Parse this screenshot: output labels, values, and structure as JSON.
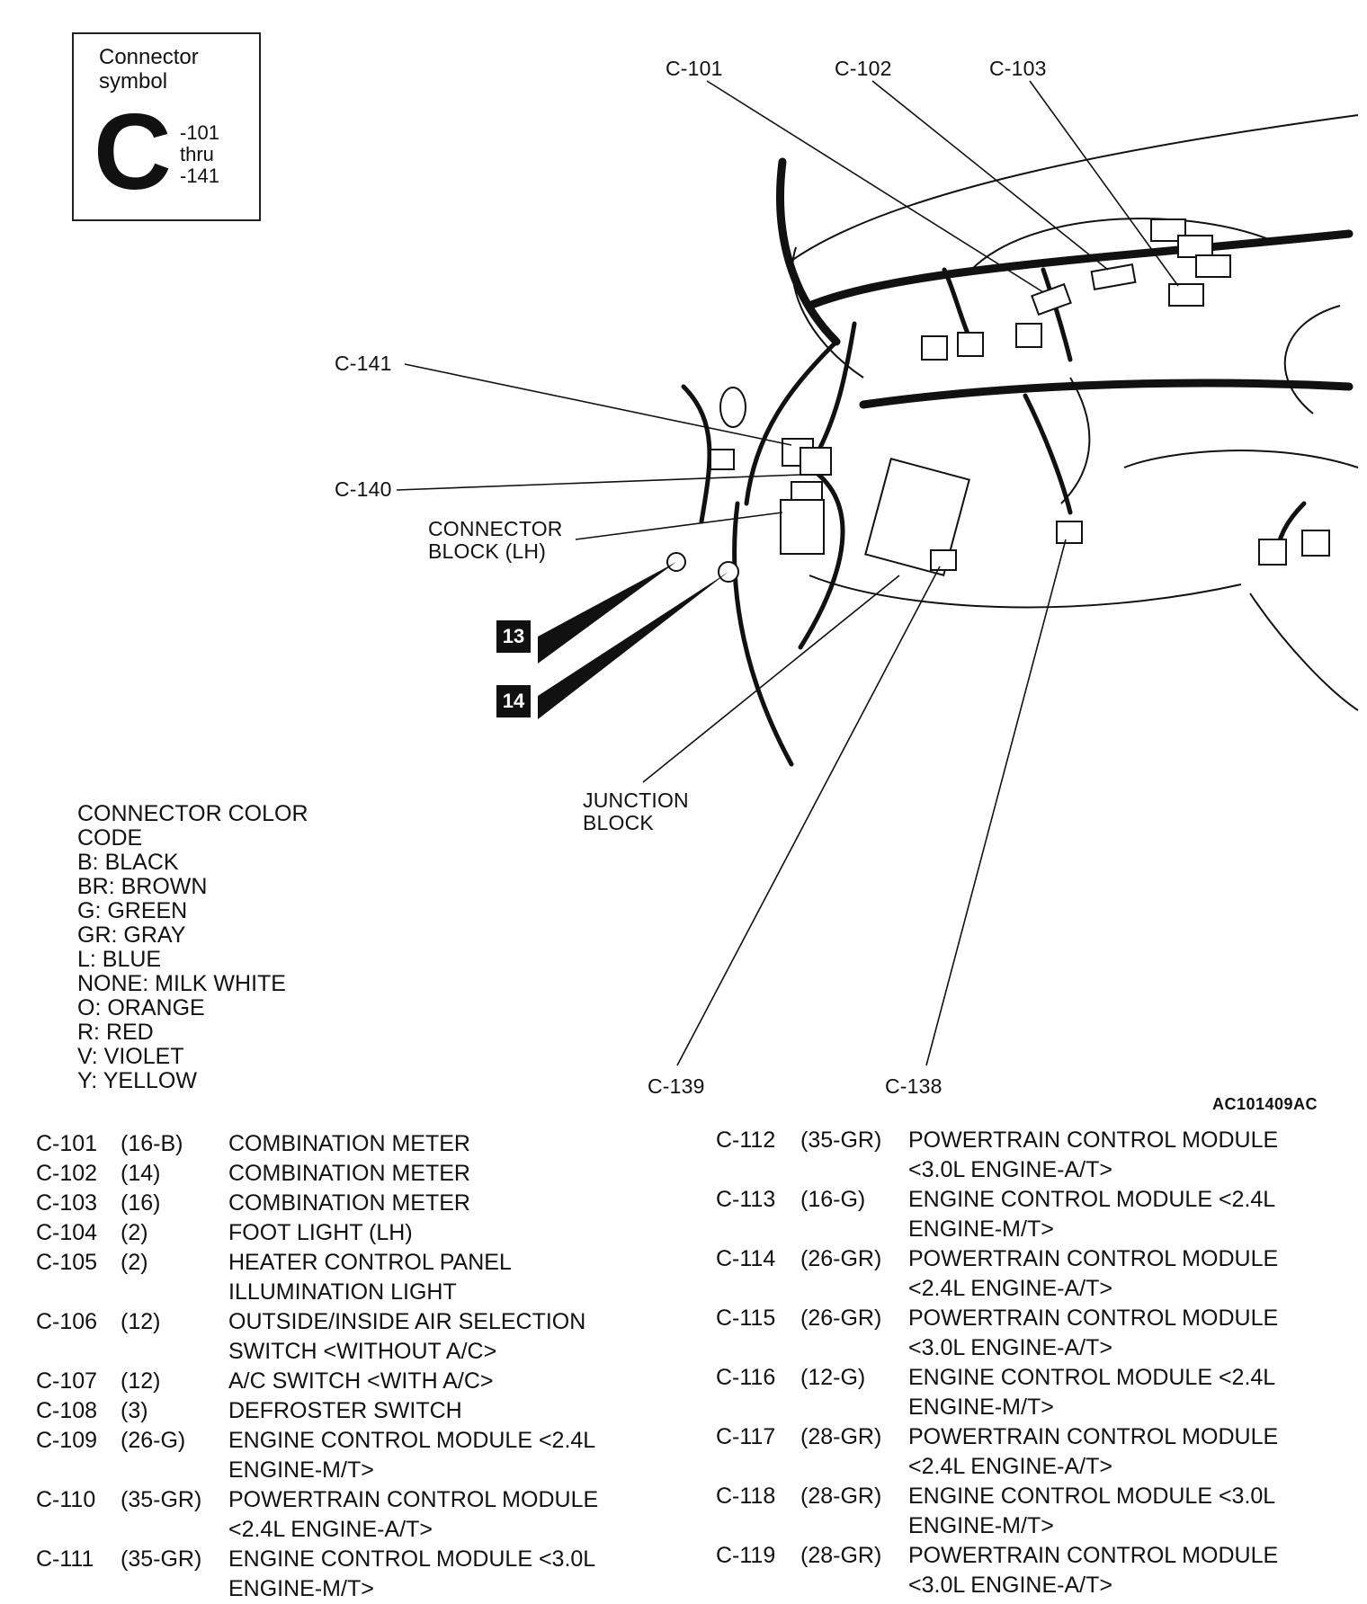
{
  "symbol_box": {
    "title": "Connector\nsymbol",
    "letter": "C",
    "range": "-101\nthru\n-141"
  },
  "callouts": {
    "c101": "C-101",
    "c102": "C-102",
    "c103": "C-103",
    "c141": "C-141",
    "c140": "C-140",
    "connector_block": "CONNECTOR\nBLOCK (LH)",
    "junction_block": "JUNCTION\nBLOCK",
    "c139": "C-139",
    "c138": "C-138",
    "ground_13": "13",
    "ground_14": "14"
  },
  "color_code": {
    "title": "CONNECTOR COLOR\nCODE",
    "items": [
      "B: BLACK",
      "BR: BROWN",
      "G: GREEN",
      "GR: GRAY",
      "L: BLUE",
      "NONE: MILK WHITE",
      "O: ORANGE",
      "R: RED",
      "V: VIOLET",
      "Y: YELLOW"
    ]
  },
  "figure_id": "AC101409AC",
  "connectors_left": [
    {
      "id": "C-101",
      "pins": "(16-B)",
      "desc": "COMBINATION METER"
    },
    {
      "id": "C-102",
      "pins": "(14)",
      "desc": "COMBINATION METER"
    },
    {
      "id": "C-103",
      "pins": "(16)",
      "desc": "COMBINATION METER"
    },
    {
      "id": "C-104",
      "pins": "(2)",
      "desc": "FOOT LIGHT (LH)"
    },
    {
      "id": "C-105",
      "pins": "(2)",
      "desc": "HEATER CONTROL PANEL\nILLUMINATION LIGHT"
    },
    {
      "id": "C-106",
      "pins": "(12)",
      "desc": "OUTSIDE/INSIDE AIR SELECTION\nSWITCH <WITHOUT A/C>"
    },
    {
      "id": "C-107",
      "pins": "(12)",
      "desc": "A/C SWITCH <WITH A/C>"
    },
    {
      "id": "C-108",
      "pins": "(3)",
      "desc": "DEFROSTER SWITCH"
    },
    {
      "id": "C-109",
      "pins": "(26-G)",
      "desc": "ENGINE CONTROL MODULE <2.4L\nENGINE-M/T>"
    },
    {
      "id": "C-110",
      "pins": "(35-GR)",
      "desc": "POWERTRAIN CONTROL MODULE\n<2.4L ENGINE-A/T>"
    },
    {
      "id": "C-111",
      "pins": "(35-GR)",
      "desc": "ENGINE CONTROL MODULE <3.0L\nENGINE-M/T>"
    }
  ],
  "connectors_right": [
    {
      "id": "C-112",
      "pins": "(35-GR)",
      "desc": "POWERTRAIN CONTROL MODULE\n<3.0L ENGINE-A/T>"
    },
    {
      "id": "C-113",
      "pins": "(16-G)",
      "desc": "ENGINE CONTROL MODULE <2.4L\nENGINE-M/T>"
    },
    {
      "id": "C-114",
      "pins": "(26-GR)",
      "desc": "POWERTRAIN CONTROL MODULE\n<2.4L ENGINE-A/T>"
    },
    {
      "id": "C-115",
      "pins": "(26-GR)",
      "desc": "POWERTRAIN CONTROL MODULE\n<3.0L ENGINE-A/T>"
    },
    {
      "id": "C-116",
      "pins": "(12-G)",
      "desc": "ENGINE CONTROL MODULE <2.4L\nENGINE-M/T>"
    },
    {
      "id": "C-117",
      "pins": "(28-GR)",
      "desc": "POWERTRAIN CONTROL MODULE\n<2.4L ENGINE-A/T>"
    },
    {
      "id": "C-118",
      "pins": "(28-GR)",
      "desc": "ENGINE CONTROL MODULE <3.0L\nENGINE-M/T>"
    },
    {
      "id": "C-119",
      "pins": "(28-GR)",
      "desc": "POWERTRAIN CONTROL MODULE\n<3.0L ENGINE-A/T>"
    }
  ]
}
